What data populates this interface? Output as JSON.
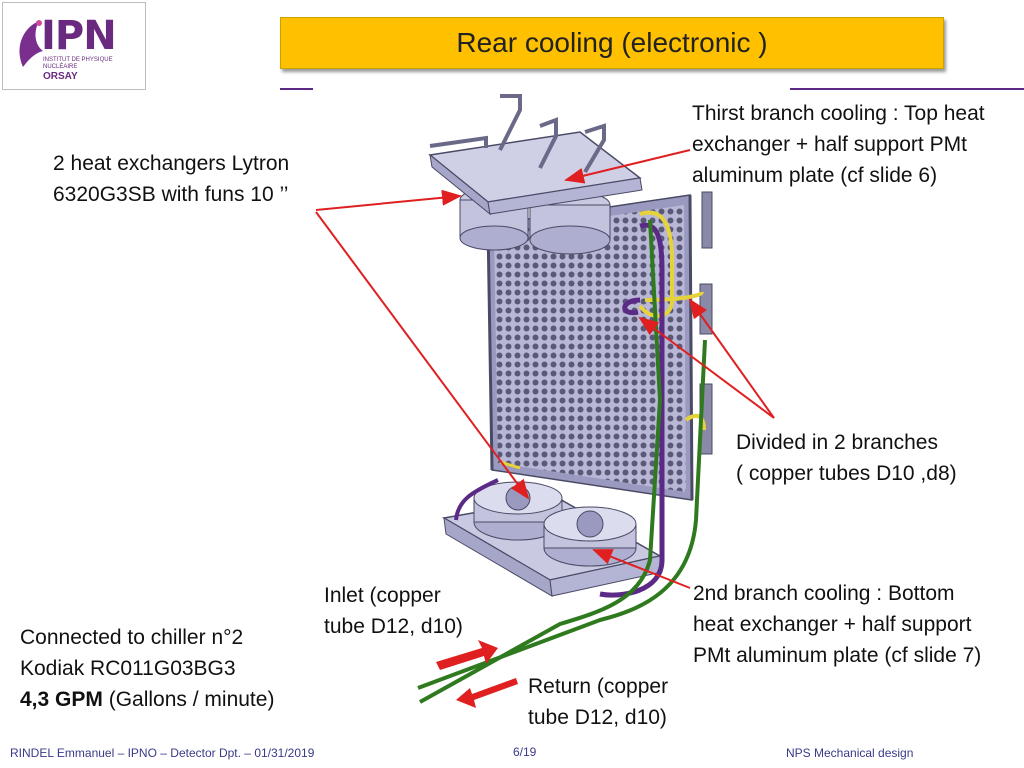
{
  "logo": {
    "name": "IPN",
    "subtitle": "INSTITUT DE PHYSIQUE NUCLÉAIRE",
    "location": "ORSAY"
  },
  "title": "Rear cooling (electronic )",
  "labels": {
    "heat_exchangers": [
      "2 heat exchangers Lytron",
      "6320G3SB with funs 10 ’’"
    ],
    "first_branch": [
      "Thirst branch cooling : Top heat",
      "exchanger + half support PMt",
      "aluminum plate (cf slide 6)"
    ],
    "divided": [
      "Divided in 2 branches",
      "( copper tubes D10 ,d8)"
    ],
    "second_branch": [
      "2nd branch cooling : Bottom",
      "heat exchanger + half support",
      "PMt aluminum plate (cf slide 7)"
    ],
    "inlet": [
      "Inlet (copper",
      "tube D12, d10)"
    ],
    "return": [
      "Return (copper",
      "tube D12, d10)"
    ],
    "chiller": {
      "line1": "Connected to chiller n°2",
      "line2": "Kodiak RC011G03BG3",
      "flow_value": "4,3 GPM",
      "flow_unit": " (Gallons / minute)"
    }
  },
  "footer": {
    "author": "RINDEL Emmanuel – IPNO – Detector Dpt. – 01/31/2019",
    "page": "6/19",
    "project": "NPS Mechanical design"
  },
  "colors": {
    "title_bg": "#ffc000",
    "accent_purple": "#5b2a86",
    "arrow_red": "#e02020",
    "tube_green": "#2f7a1e",
    "tube_yellow": "#e6d23a",
    "frame_lavender": "#b6b6d6"
  }
}
